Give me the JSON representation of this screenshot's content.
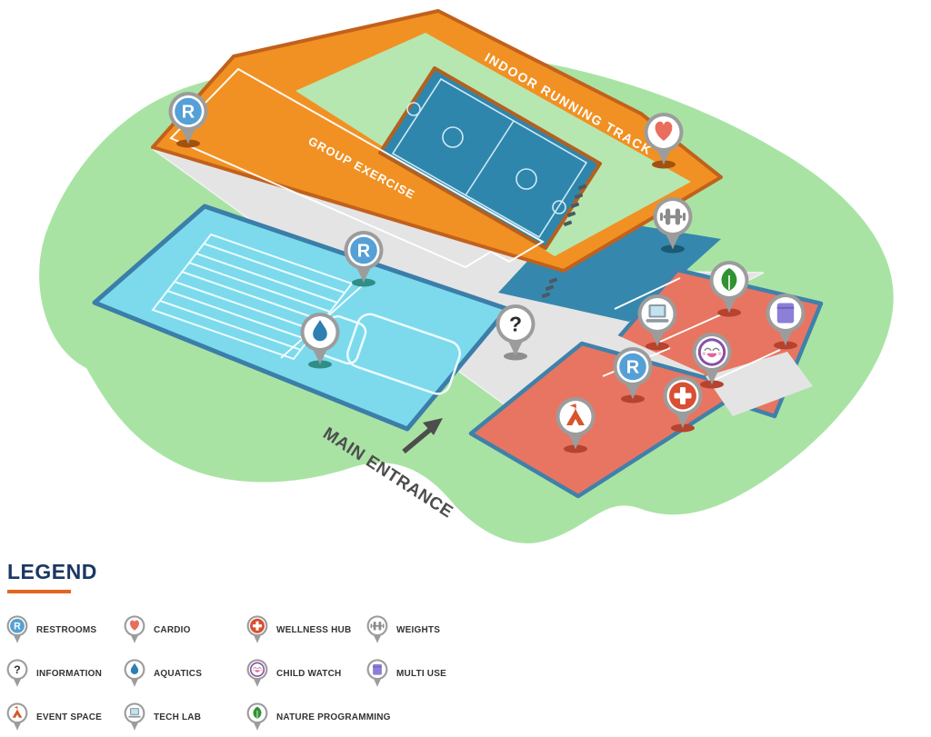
{
  "map": {
    "labels": {
      "indoor_running_track": "INDOOR RUNNING TRACK",
      "group_exercise": "GROUP EXERCISE",
      "main_entrance": "MAIN ENTRANCE"
    },
    "pin_letters": {
      "restrooms": "R",
      "information": "?"
    },
    "pins": [
      {
        "icon": "restrooms-pin"
      },
      {
        "icon": "cardio-pin"
      },
      {
        "icon": "weights-pin"
      },
      {
        "icon": "restrooms-pin"
      },
      {
        "icon": "nature-programming-pin"
      },
      {
        "icon": "multi-use-pin"
      },
      {
        "icon": "tech-lab-pin"
      },
      {
        "icon": "information-pin"
      },
      {
        "icon": "aquatics-pin"
      },
      {
        "icon": "child-watch-pin"
      },
      {
        "icon": "restrooms-pin"
      },
      {
        "icon": "wellness-hub-pin"
      },
      {
        "icon": "event-space-pin"
      }
    ]
  },
  "legend": {
    "title": "LEGEND",
    "columns": [
      {
        "items": [
          {
            "label": "RESTROOMS",
            "icon": "restrooms"
          },
          {
            "label": "INFORMATION",
            "icon": "information"
          },
          {
            "label": "EVENT SPACE",
            "icon": "eventspace"
          }
        ]
      },
      {
        "items": [
          {
            "label": "CARDIO",
            "icon": "cardio"
          },
          {
            "label": "AQUATICS",
            "icon": "aquatics"
          },
          {
            "label": "TECH LAB",
            "icon": "techlab"
          }
        ]
      },
      {
        "items": [
          {
            "label": "WELLNESS HUB",
            "icon": "wellness"
          },
          {
            "label": "CHILD WATCH",
            "icon": "childwatch"
          },
          {
            "label": "NATURE PROGRAMMING",
            "icon": "nature"
          }
        ]
      },
      {
        "items": [
          {
            "label": "WEIGHTS",
            "icon": "weights"
          },
          {
            "label": "MULTI USE",
            "icon": "multiuse"
          }
        ]
      }
    ]
  },
  "colors": {
    "lawn_green": "#a9e3a4",
    "inner_green": "#b7e7b0",
    "deck_orange": "#f19123",
    "deck_orange_border": "#c2611c",
    "court_blue": "#2e86ad",
    "weights_blue": "#3587ae",
    "pool_cyan": "#7cdaec",
    "pool_border": "#3b7ea9",
    "deck_red": "#e87561",
    "deck_red_border": "#3f81ab",
    "ground_gray": "#e4e4e4",
    "pin_ring_gray": "#9c9c9c",
    "pin_blue": "#55a0d6",
    "heart_red": "#ea6e5e",
    "cross_red": "#d94f33",
    "leaf_green": "#2f9331",
    "drop_blue": "#2e7fb2",
    "multi_purple": "#8b7fd7",
    "childwatch_purple": "#8a50a5",
    "tent_red": "#d9542b",
    "legend_navy": "#1b3764",
    "legend_accent": "#e2661f"
  }
}
